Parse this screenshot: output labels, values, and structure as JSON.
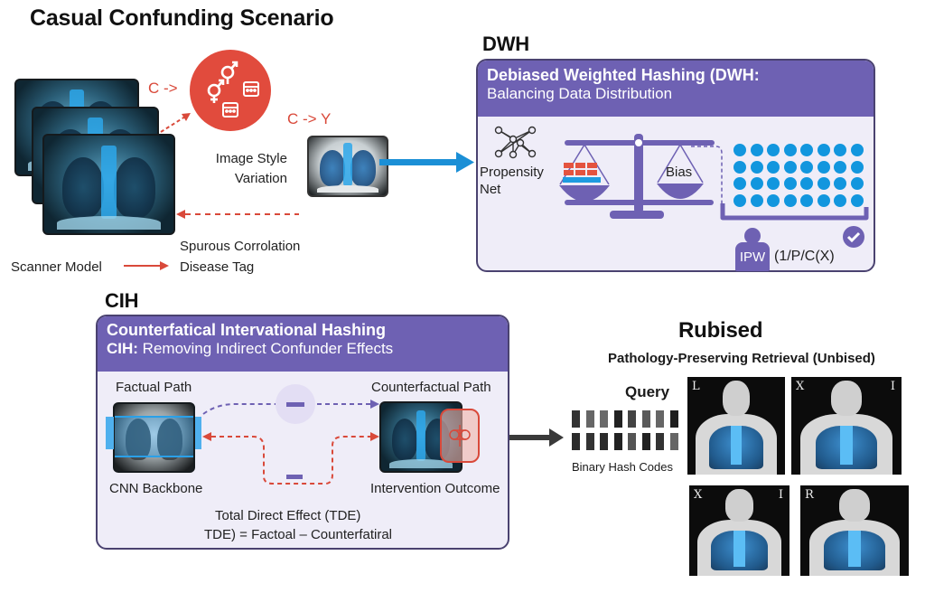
{
  "scenario": {
    "title": "Casual Confunding Scenario",
    "c_arrow_label": "C ->",
    "cy_arrow_label": "C -> Y",
    "style_variation": [
      "Image Style",
      "Variation"
    ],
    "spurious_label": "Spurous Corrolation",
    "disease_tag": "Disease Tag",
    "scanner_model": "Scanner Model",
    "confounder_icons": [
      "gender-icon",
      "gender-icon",
      "calendar-icon",
      "calendar-icon"
    ],
    "accent_red": "#d9493a"
  },
  "dwh": {
    "section_label": "DWH",
    "header_title": "Debiased Weighted Hashing (DWH:",
    "header_subtitle": "Balancing Data Distribution",
    "propensity_label": [
      "Propensity",
      "Net"
    ],
    "bias_label": "Bias",
    "ipw_badge": "IPW",
    "ipw_formula": "(1/P/C(X)",
    "dot_grid": {
      "rows": 4,
      "cols": 8
    },
    "header_color": "#6e61b3",
    "dot_color": "#1296de"
  },
  "cih": {
    "section_label": "CIH",
    "header_title": "Counterfatical Intervational Hashing",
    "header_subtitle_bold": "CIH:",
    "header_subtitle": " Removing Indirect Confunder Effects",
    "factual_path": "Factual Path",
    "counterfactual_path": "Counterfactual Path",
    "cnn_backbone": "CNN Backbone",
    "intervention_outcome": "Intervention Outcome",
    "tde_title": "Total Direct Effect (TDE)",
    "tde_formula": "TDE) = Factoal – Counterfatiral"
  },
  "retrieval": {
    "title": "Rubised",
    "subtitle": "Pathology-Preserving Retrieval (Unbised)",
    "query_label": "Query",
    "hash_label": "Binary Hash Codes",
    "hash_rows": [
      [
        "#333",
        "#666",
        "#6a6a6a",
        "#222",
        "#444",
        "#5a5a5a",
        "#666",
        "#1e1e1e"
      ],
      [
        "#2b2b2b",
        "#333",
        "#2b2b2b",
        "#222",
        "#555",
        "#222",
        "#333",
        "#666"
      ]
    ],
    "results": [
      {
        "corner_left": "L",
        "corner_right": ""
      },
      {
        "corner_left": "X",
        "corner_right": "I"
      },
      {
        "corner_left": "X",
        "corner_right": "I"
      },
      {
        "corner_left": "R",
        "corner_right": ""
      }
    ]
  }
}
